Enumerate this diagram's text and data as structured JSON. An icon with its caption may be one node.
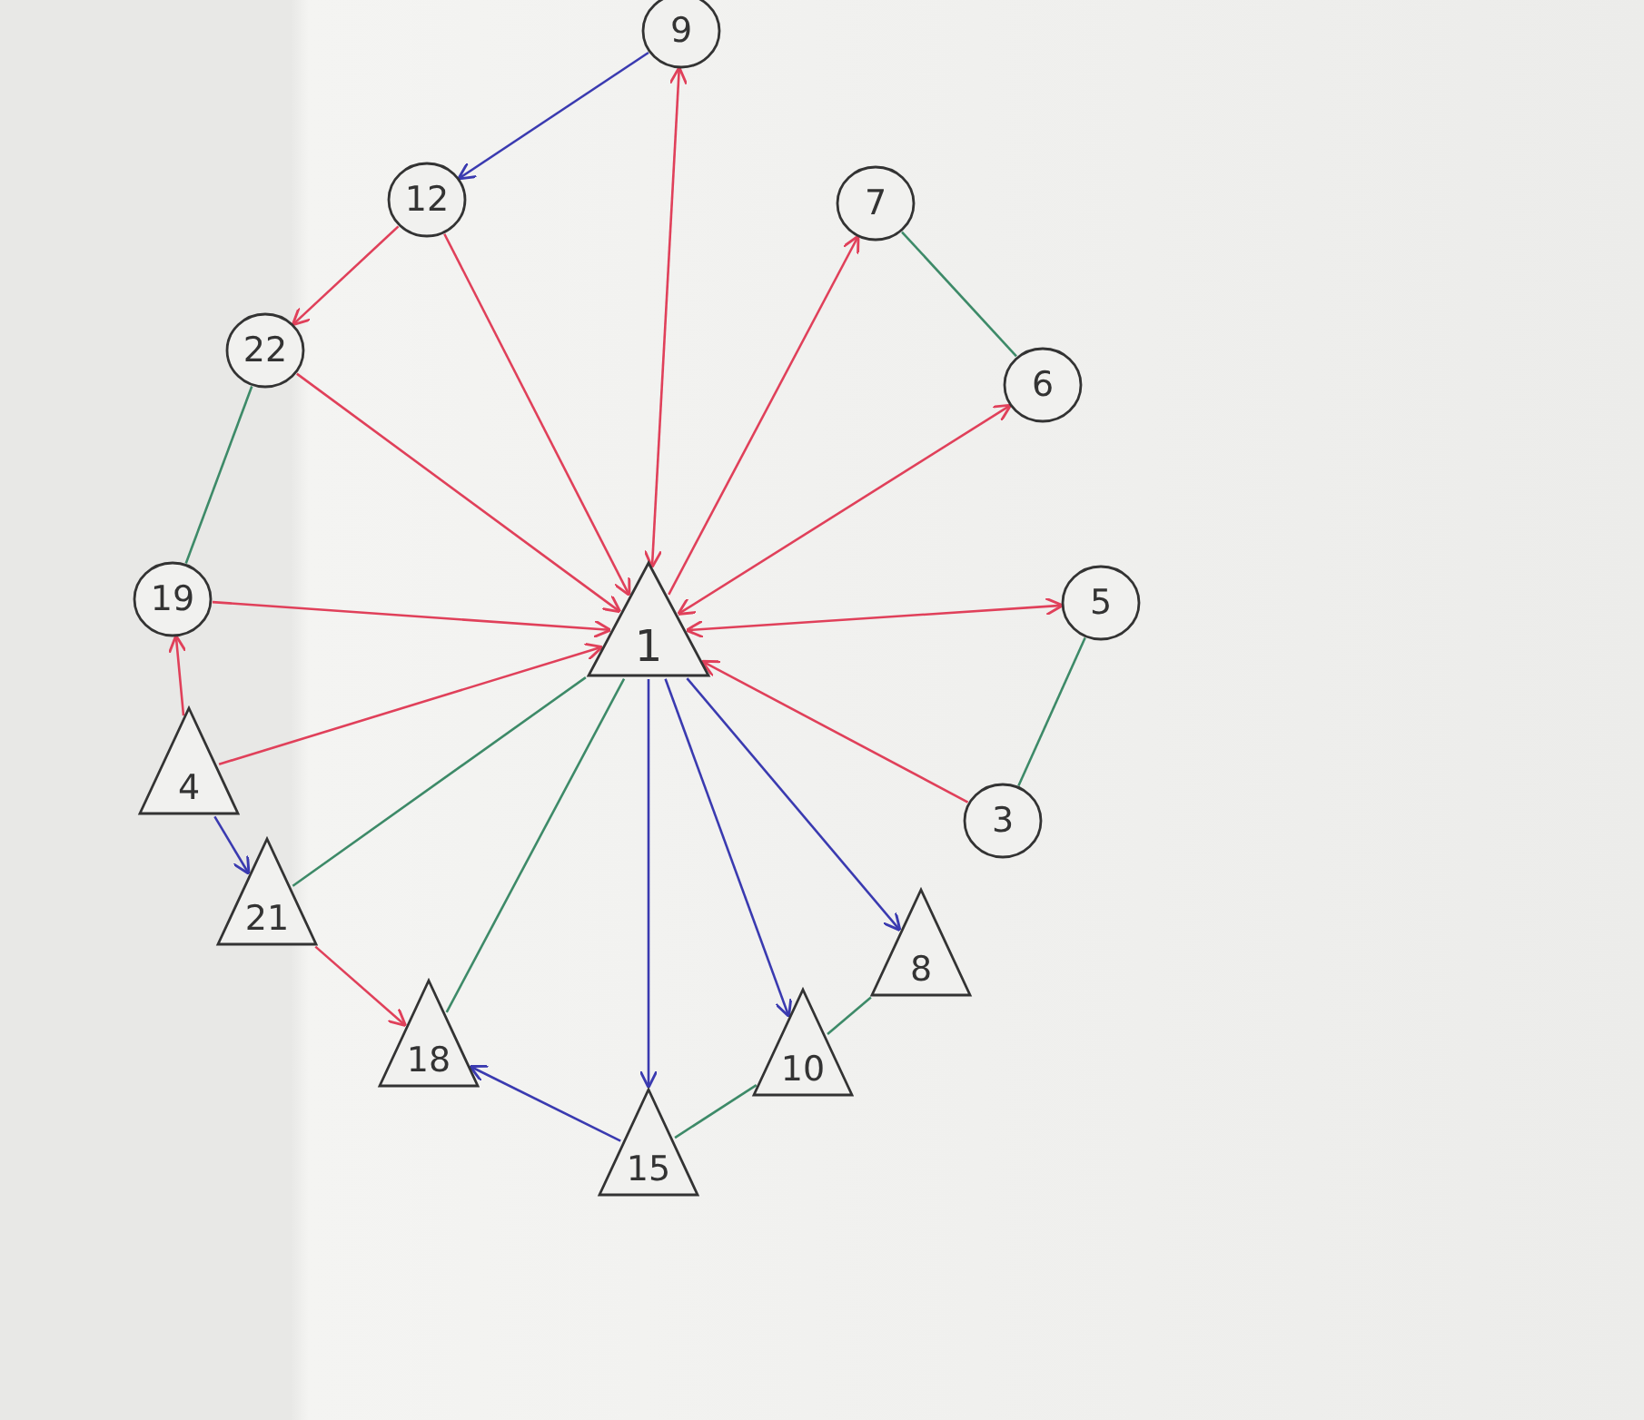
{
  "diagram": {
    "nodes": [
      {
        "text": [
          "9"
        ]
      },
      {
        "text": [
          "12"
        ]
      },
      {
        "text": [
          "7"
        ]
      },
      {
        "text": [
          "22"
        ]
      },
      {
        "text": [
          "6"
        ]
      },
      {
        "text": [
          "19"
        ]
      },
      {
        "text": [
          "1"
        ]
      },
      {
        "text": [
          "5"
        ]
      },
      {
        "text": [
          "4"
        ]
      },
      {
        "text": [
          "3"
        ]
      },
      {
        "text": [
          "21"
        ]
      },
      {
        "text": [
          "8"
        ]
      },
      {
        "text": [
          "18"
        ]
      },
      {
        "text": [
          "10"
        ]
      },
      {
        "text": [
          "15"
        ]
      }
    ],
    "edges": [
      {
        "from": 0,
        "to": 1,
        "arrow": "to",
        "color": "#3a3ab0"
      },
      {
        "from": 1,
        "to": 3,
        "arrow": "to"
      },
      {
        "from": 1,
        "to": 6,
        "arrow": "to"
      },
      {
        "from": 6,
        "to": 0,
        "arrow": "both"
      },
      {
        "from": 6,
        "to": 2,
        "arrow": "to"
      },
      {
        "from": 2,
        "to": 4,
        "arrow": "none",
        "color": "#3d8a68"
      },
      {
        "from": 6,
        "to": 4,
        "arrow": "both"
      },
      {
        "from": 6,
        "to": 7,
        "arrow": "both"
      },
      {
        "from": 9,
        "to": 6,
        "arrow": "to"
      },
      {
        "from": 7,
        "to": 9,
        "arrow": "none",
        "color": "#3d8a68"
      },
      {
        "from": 3,
        "to": 6,
        "arrow": "to"
      },
      {
        "from": 3,
        "to": 5,
        "arrow": "none",
        "color": "#3d8a68"
      },
      {
        "from": 5,
        "to": 6,
        "arrow": "to"
      },
      {
        "from": 8,
        "to": 5,
        "arrow": "to"
      },
      {
        "from": 8,
        "to": 6,
        "arrow": "to"
      },
      {
        "from": 8,
        "to": 10,
        "arrow": "to",
        "color": "#3a3ab0"
      },
      {
        "from": 10,
        "to": 6,
        "arrow": "none",
        "color": "#3d8a68"
      },
      {
        "from": 10,
        "to": 12,
        "arrow": "to"
      },
      {
        "from": 12,
        "to": 6,
        "arrow": "none",
        "color": "#3d8a68"
      },
      {
        "from": 6,
        "to": 14,
        "arrow": "to",
        "color": "#3a3ab0"
      },
      {
        "from": 6,
        "to": 13,
        "arrow": "to",
        "color": "#3a3ab0"
      },
      {
        "from": 6,
        "to": 11,
        "arrow": "to",
        "color": "#3a3ab0"
      },
      {
        "from": 11,
        "to": 13,
        "arrow": "none",
        "color": "#3d8a68"
      },
      {
        "from": 13,
        "to": 14,
        "arrow": "none",
        "color": "#3d8a68"
      },
      {
        "from": 14,
        "to": 12,
        "arrow": "to",
        "color": "#3a3ab0"
      }
    ]
  }
}
